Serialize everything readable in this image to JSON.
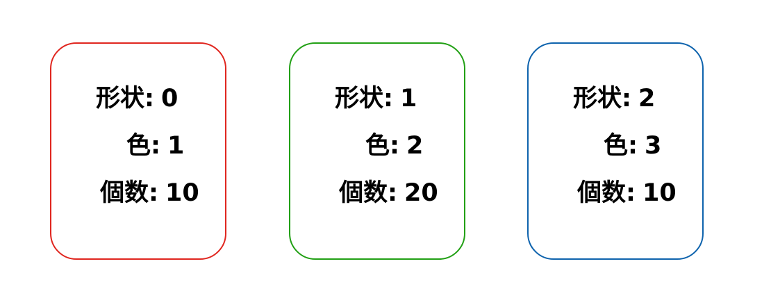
{
  "labels": {
    "shape": "形状:",
    "color": "色:",
    "count": "個数:"
  },
  "cards": [
    {
      "border_color": "#e0261f",
      "shape": "0",
      "color": "1",
      "count": "10"
    },
    {
      "border_color": "#22a015",
      "shape": "1",
      "color": "2",
      "count": "20"
    },
    {
      "border_color": "#0e63ad",
      "shape": "2",
      "color": "3",
      "count": "10"
    }
  ]
}
